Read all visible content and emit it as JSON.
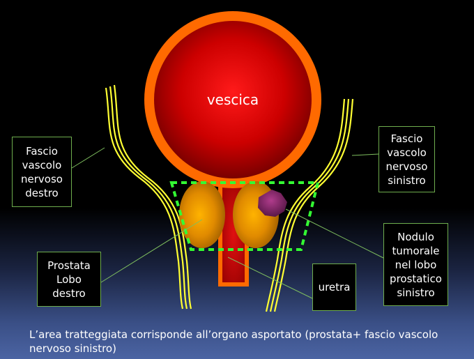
{
  "labels": {
    "bladder": "vescica",
    "right_bundle": "Fascio\nvascolo\nnervoso\ndestro",
    "left_bundle": "Fascio\nvascolo\nnervoso\nsinistro",
    "right_lobe": "Prostata\nLobo\ndestro",
    "urethra": "uretra",
    "nodule": "Nodulo\ntumorale\nnel lobo\nprostatico\nsinistro"
  },
  "caption": "L’area tratteggiata corrisponde all’organo asportato (prostata+ fascio vascolo nervoso sinistro)",
  "colors": {
    "bladder_ring": "#ff6a00",
    "bladder_core": "#cc0000",
    "prostate": "#ff9900",
    "nerve": "#ffff33",
    "dashed_area": "#33ff33",
    "nodule": "#8b2a6e",
    "box_border": "#6fae4e",
    "pointer": "#7fbf5f"
  }
}
